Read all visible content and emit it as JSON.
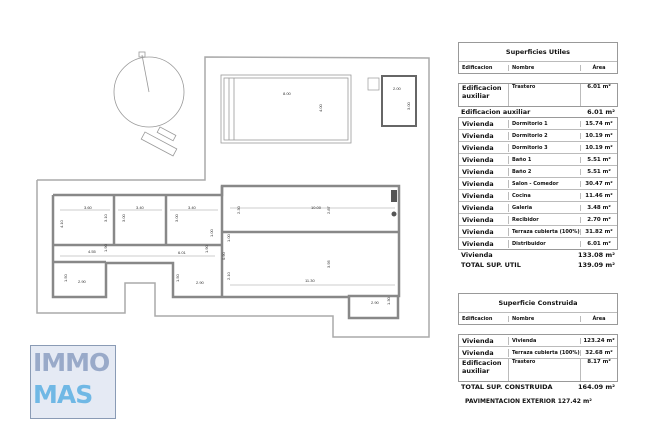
{
  "plan": {
    "pool": {
      "length": "8.00",
      "width": "4.00"
    },
    "storage": {
      "width": "2.00",
      "depth": "3.00"
    },
    "dims": [
      "3.60",
      "3.40",
      "3.40",
      "4.10",
      "3.10",
      "3.00",
      "3.00",
      "4.55",
      "1.90",
      "6.01",
      "1.50",
      "1.50",
      "2.90",
      "2.90",
      "2.30",
      "10.00",
      "2.87",
      "1.00",
      "0.90",
      "2.10",
      "3.95",
      "11.30",
      "2.90",
      "1.30",
      "1.90",
      "1.00"
    ]
  },
  "utiles": {
    "title": "Superficies Utiles",
    "headers": {
      "edificacion": "Edificacion",
      "nombre": "Nombre",
      "area": "Área"
    },
    "aux_rows": [
      {
        "edificacion": "Edificacion auxiliar",
        "nombre": "Trastero",
        "area": "6.01 m²"
      }
    ],
    "aux_total": {
      "label": "Edificacion auxiliar",
      "value": "6.01 m²"
    },
    "rows": [
      {
        "edificacion": "Vivienda",
        "nombre": "Dormitorio 1",
        "area": "15.74 m²"
      },
      {
        "edificacion": "Vivienda",
        "nombre": "Dormitorio 2",
        "area": "10.19 m²"
      },
      {
        "edificacion": "Vivienda",
        "nombre": "Dormitorio 3",
        "area": "10.19 m²"
      },
      {
        "edificacion": "Vivienda",
        "nombre": "Baño 1",
        "area": "5.51 m²"
      },
      {
        "edificacion": "Vivienda",
        "nombre": "Baño 2",
        "area": "5.51 m²"
      },
      {
        "edificacion": "Vivienda",
        "nombre": "Salon - Comedor",
        "area": "30.47 m²"
      },
      {
        "edificacion": "Vivienda",
        "nombre": "Cocina",
        "area": "11.46 m²"
      },
      {
        "edificacion": "Vivienda",
        "nombre": "Galeria",
        "area": "3.48 m²"
      },
      {
        "edificacion": "Vivienda",
        "nombre": "Recibidor",
        "area": "2.70 m²"
      },
      {
        "edificacion": "Vivienda",
        "nombre": "Terraza cubierta (100%)",
        "area": "31.82 m²"
      },
      {
        "edificacion": "Vivienda",
        "nombre": "Distribuidor",
        "area": "6.01 m²"
      }
    ],
    "vivienda_total": {
      "label": "Vivienda",
      "value": "133.08 m²"
    },
    "total": {
      "label": "TOTAL SUP. UTIL",
      "value": "139.09 m²"
    }
  },
  "construida": {
    "title": "Superficie Construida",
    "headers": {
      "edificacion": "Edificacion",
      "nombre": "Nombre",
      "area": "Área"
    },
    "rows": [
      {
        "edificacion": "Vivienda",
        "nombre": "Vivienda",
        "area": "123.24 m²"
      },
      {
        "edificacion": "Vivienda",
        "nombre": "Terraza cubierta (100%)",
        "area": "32.68 m²"
      },
      {
        "edificacion": "Edificacion auxiliar",
        "nombre": "Trastero",
        "area": "8.17 m²"
      }
    ],
    "total": {
      "label": "TOTAL SUP. CONSTRUIDA",
      "value": "164.09 m²"
    },
    "exterior": "PAVIMENTACION EXTERIOR 127.42 m²"
  },
  "watermark": {
    "line1": "IMMO",
    "line2": "MAS"
  }
}
